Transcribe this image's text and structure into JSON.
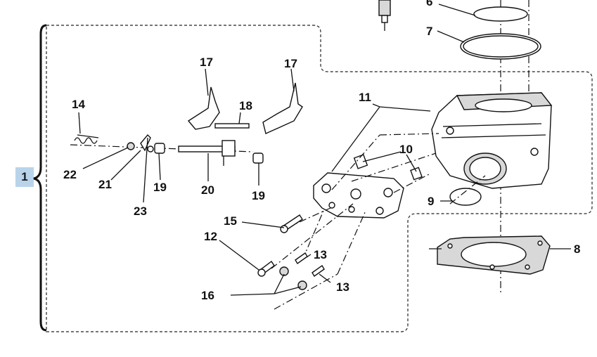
{
  "assembly_ref": "1",
  "callouts": {
    "p6": "6",
    "p7": "7",
    "p8": "8",
    "p9": "9",
    "p10": "10",
    "p11": "11",
    "p12": "12",
    "p13a": "13",
    "p13b": "13",
    "p14": "14",
    "p15": "15",
    "p16": "16",
    "p17a": "17",
    "p17b": "17",
    "p18": "18",
    "p19a": "19",
    "p19b": "19",
    "p20": "20",
    "p21": "21",
    "p22": "22",
    "p23": "23"
  }
}
